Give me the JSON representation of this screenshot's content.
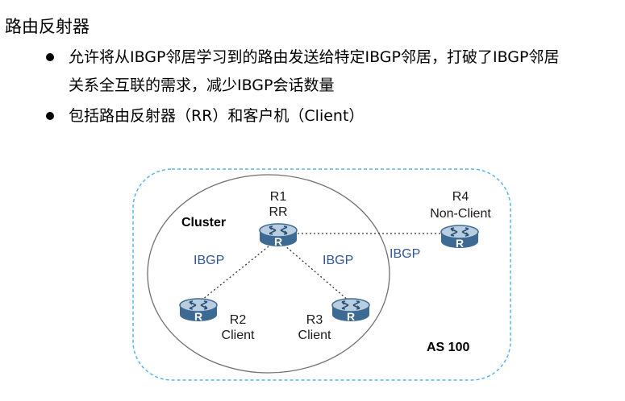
{
  "page": {
    "title": "路由反射器",
    "bullets": [
      {
        "line1": "允许将从IBGP邻居学习到的路由发送给特定IBGP邻居，打破了IBGP邻居",
        "line2": "关系全互联的需求，减少IBGP会话数量"
      },
      {
        "line1": "包括路由反射器（RR）和客户机（Client）",
        "line2": ""
      }
    ]
  },
  "diagram": {
    "cluster_label": "Cluster",
    "as_label": "AS 100",
    "router_glyph": "R",
    "routers": [
      {
        "name": "R1",
        "role": "RR"
      },
      {
        "name": "R2",
        "role": "Client"
      },
      {
        "name": "R3",
        "role": "Client"
      },
      {
        "name": "R4",
        "role": "Non-Client"
      }
    ],
    "links": [
      {
        "from": "R1",
        "to": "R2",
        "label": "IBGP"
      },
      {
        "from": "R1",
        "to": "R3",
        "label": "IBGP"
      },
      {
        "from": "R1",
        "to": "R4",
        "label": "IBGP"
      }
    ],
    "colors": {
      "as_border": "#5ab4e6",
      "cluster_border": "#6f6f6f",
      "router_body": "#3d6a93",
      "router_top": "#b9cde0",
      "ibgp_text": "#2f5597"
    },
    "icons": {
      "router": "router-icon"
    }
  }
}
